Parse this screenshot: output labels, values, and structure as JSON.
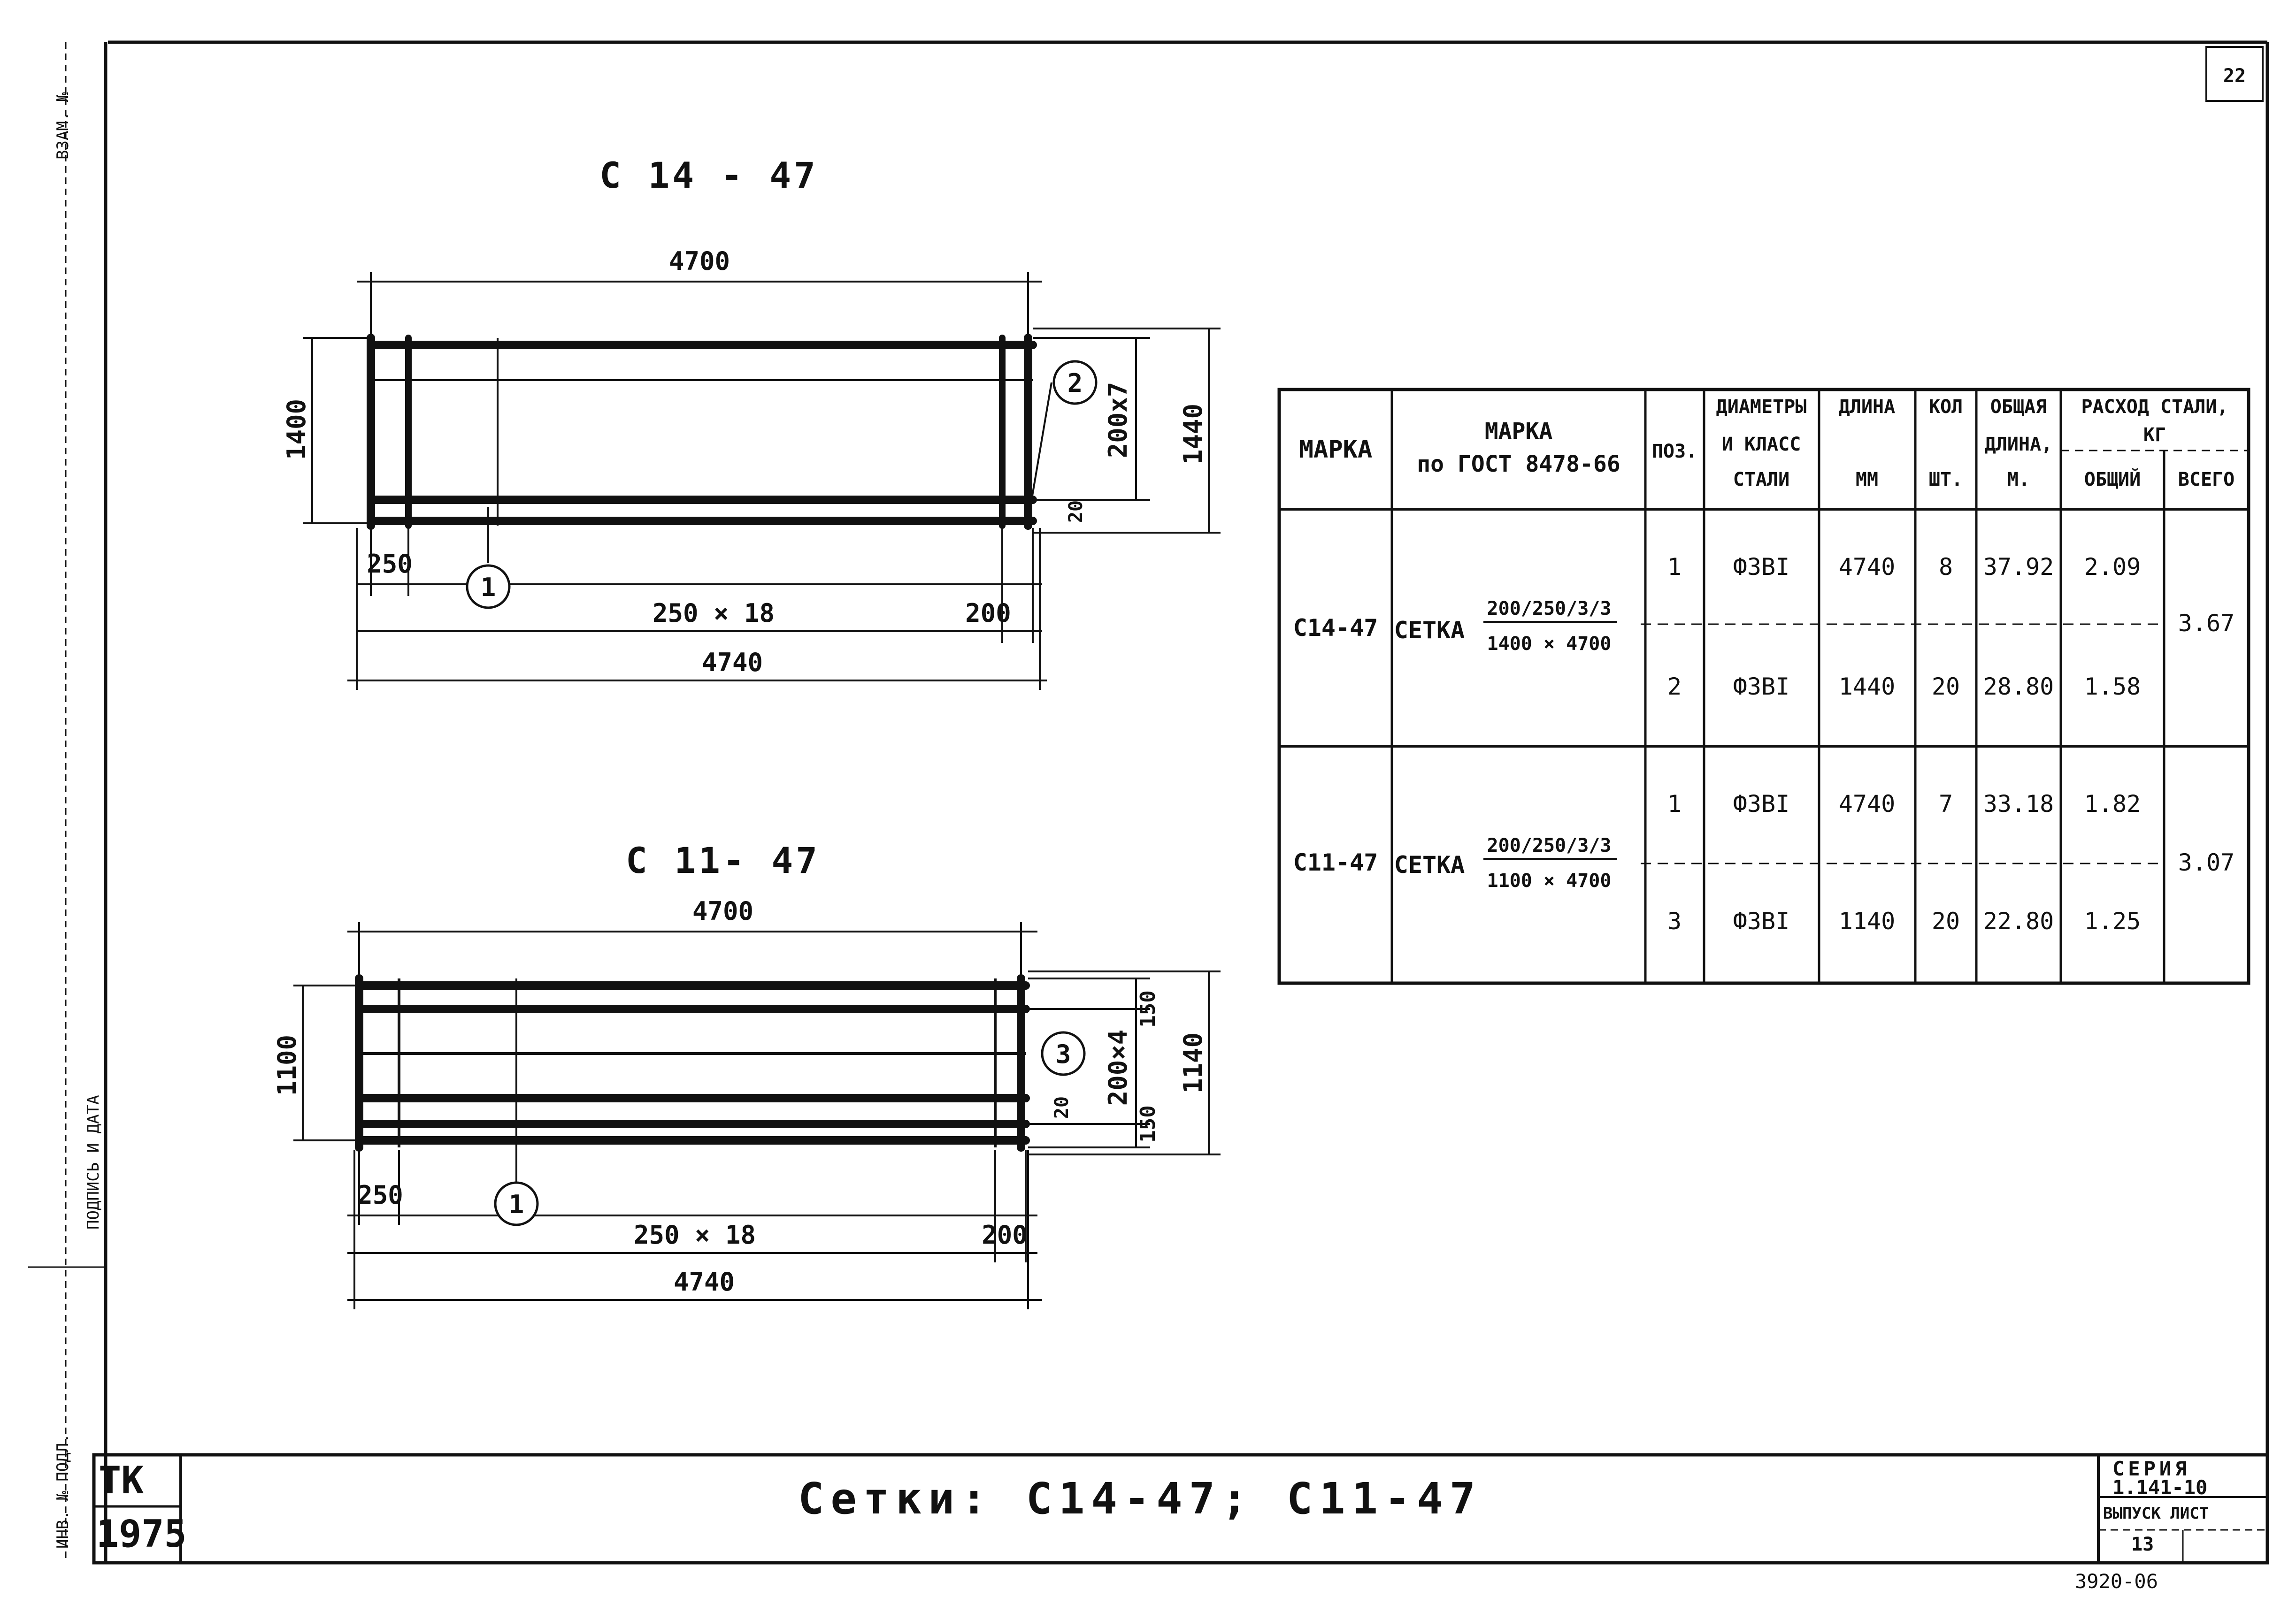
{
  "sheet_number": "22",
  "drawing1": {
    "title": "С 14 - 47",
    "dims": {
      "top_width": "4700",
      "height_left": "1400",
      "height_right": "1440",
      "pitch_vert": "200х7",
      "edge_small": "20",
      "left_end": "250",
      "pitch_horiz": "250 × 18",
      "right_end": "200",
      "total_length": "4740"
    },
    "pos_a": "1",
    "pos_b": "2"
  },
  "drawing2": {
    "title": "С 11- 47",
    "dims": {
      "top_width": "4700",
      "height_left": "1100",
      "height_right": "1140",
      "top_offset": "150",
      "pitch_vert": "200×4",
      "bottom_offset": "150",
      "edge_small": "20",
      "left_end": "250",
      "pitch_horiz": "250 × 18",
      "right_end": "200",
      "total_length": "4740"
    },
    "pos_a": "1",
    "pos_b": "3"
  },
  "spec_table": {
    "headers": {
      "mark": "МАРКА",
      "gost_mark_1": "МАРКА",
      "gost_mark_2": "по ГОСТ 8478-66",
      "pos": "ПОЗ.",
      "diam_1": "ДИАМЕТРЫ",
      "diam_2": "И КЛАСС",
      "diam_3": "СТАЛИ",
      "length_1": "ДЛИНА",
      "length_2": "ММ",
      "qty_1": "КОЛ",
      "qty_2": "ШТ.",
      "total_length_1": "ОБЩАЯ",
      "total_length_2": "ДЛИНА,",
      "total_length_3": "М.",
      "steel_1": "РАСХОД СТАЛИ,",
      "steel_2": "КГ",
      "steel_total": "ОБЩИЙ",
      "steel_all": "ВСЕГО"
    },
    "groups": [
      {
        "mark": "С14-47",
        "gost_prefix": "СЕТКА",
        "gost_num": "200/250/3/3",
        "gost_den": "1400 × 4700",
        "total": "3.67",
        "rows": [
          {
            "pos": "1",
            "diam": "Ф3ВI",
            "length": "4740",
            "qty": "8",
            "total_length": "37.92",
            "steel": "2.09"
          },
          {
            "pos": "2",
            "diam": "Ф3ВI",
            "length": "1440",
            "qty": "20",
            "total_length": "28.80",
            "steel": "1.58"
          }
        ]
      },
      {
        "mark": "С11-47",
        "gost_prefix": "СЕТКА",
        "gost_num": "200/250/3/3",
        "gost_den": "1100 × 4700",
        "total": "3.07",
        "rows": [
          {
            "pos": "1",
            "diam": "Ф3ВI",
            "length": "4740",
            "qty": "7",
            "total_length": "33.18",
            "steel": "1.82"
          },
          {
            "pos": "3",
            "diam": "Ф3ВI",
            "length": "1140",
            "qty": "20",
            "total_length": "22.80",
            "steel": "1.25"
          }
        ]
      }
    ]
  },
  "title_block": {
    "org": "ТК",
    "year": "1975",
    "sheet_title": "Сетки: С14-47; С11-47",
    "series_label": "СЕРИЯ",
    "series_num": "1.141-10",
    "issue_label": "ВЫПУСК ЛИСТ",
    "issue_sheet": "13",
    "stamp": "3920-06"
  },
  "side_labels": {
    "vzam": "ВЗАМ. №",
    "sign_date": "ПОДПИСЬ И ДАТА",
    "inv": "ИНВ. № ПОДЛ."
  }
}
